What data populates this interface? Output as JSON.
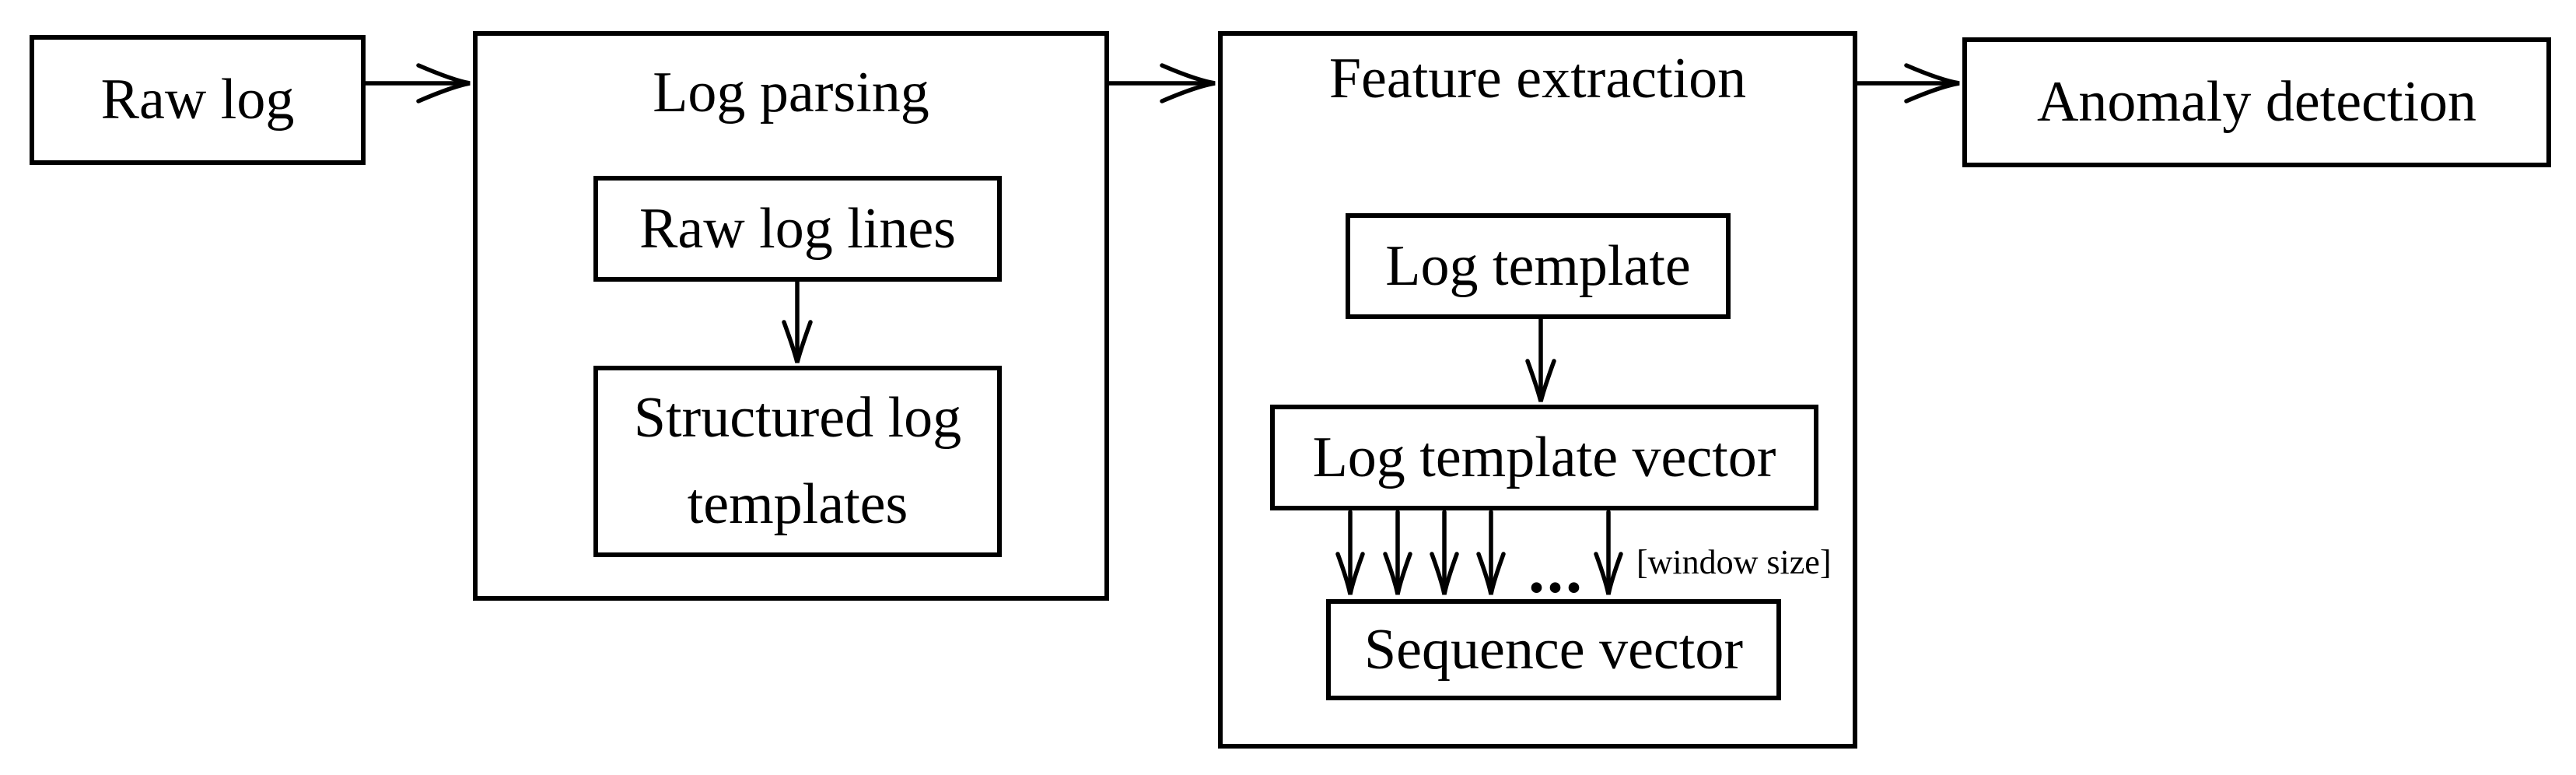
{
  "nodes": {
    "raw_log": {
      "label": "Raw log"
    },
    "log_parsing": {
      "label": "Log parsing"
    },
    "raw_log_lines": {
      "label": "Raw log lines"
    },
    "structured_log_templates": {
      "label": "Structured log templates"
    },
    "feature_extraction": {
      "label": "Feature extraction"
    },
    "log_template": {
      "label": "Log template"
    },
    "log_template_vector": {
      "label": "Log template vector"
    },
    "sequence_vector": {
      "label": "Sequence vector"
    },
    "anomaly_detection": {
      "label": "Anomaly detection"
    }
  },
  "annotations": {
    "window_size": "[window size]",
    "ellipsis": "..."
  },
  "colors": {
    "stroke": "#000000",
    "background": "#ffffff"
  }
}
